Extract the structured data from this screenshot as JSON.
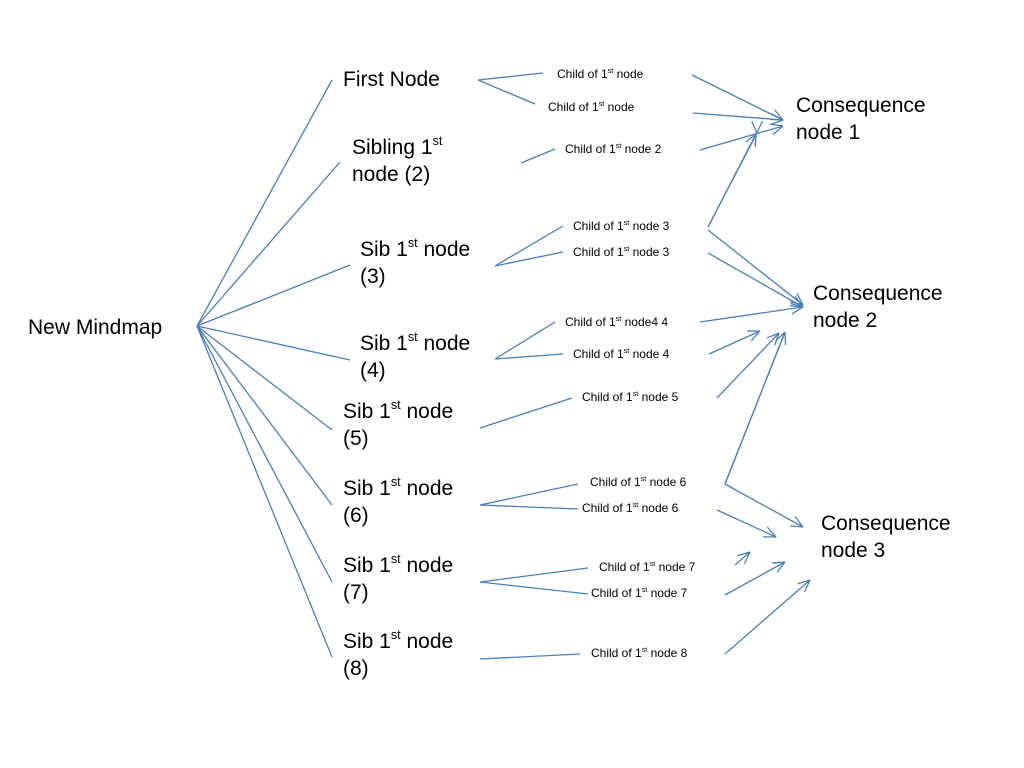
{
  "root": {
    "label": "New Mindmap"
  },
  "first_level": [
    {
      "pre": "First Node",
      "sup": "",
      "post": "",
      "line2": ""
    },
    {
      "pre": "Sibling 1",
      "sup": "st",
      "post": "",
      "line2": "node (2)"
    },
    {
      "pre": "Sib 1",
      "sup": "st",
      "post": " node",
      "line2": "(3)"
    },
    {
      "pre": "Sib 1",
      "sup": "st",
      "post": " node",
      "line2": "(4)"
    },
    {
      "pre": "Sib 1",
      "sup": "st",
      "post": " node",
      "line2": "(5)"
    },
    {
      "pre": "Sib 1",
      "sup": "st",
      "post": " node",
      "line2": "(6)"
    },
    {
      "pre": "Sib 1",
      "sup": "st",
      "post": " node",
      "line2": "(7)"
    },
    {
      "pre": "Sib 1",
      "sup": "st",
      "post": " node",
      "line2": "(8)"
    }
  ],
  "children": [
    {
      "pre": "Child of 1",
      "sup": "st",
      "post": " node"
    },
    {
      "pre": "Child  of 1",
      "sup": "st",
      "post": " node"
    },
    {
      "pre": "Child of 1",
      "sup": "st",
      "post": " node 2"
    },
    {
      "pre": "Child of 1",
      "sup": "st",
      "post": " node 3"
    },
    {
      "pre": "Child of 1",
      "sup": "st",
      "post": " node 3"
    },
    {
      "pre": "Child of 1",
      "sup": "st",
      "post": " node4 4"
    },
    {
      "pre": "Child of 1",
      "sup": "st",
      "post": " node 4"
    },
    {
      "pre": "Child of 1",
      "sup": "st",
      "post": " node 5"
    },
    {
      "pre": "Child of 1",
      "sup": "st",
      "post": " node 6"
    },
    {
      "pre": "Child of 1",
      "sup": "st",
      "post": " node 6"
    },
    {
      "pre": "Child of 1",
      "sup": "st",
      "post": " node 7"
    },
    {
      "pre": "Child of 1",
      "sup": "st",
      "post": " node 7"
    },
    {
      "pre": "Child of 1",
      "sup": "st",
      "post": " node 8"
    }
  ],
  "consequences": [
    {
      "line1": "Consequence",
      "line2": "node 1"
    },
    {
      "line1": "Consequence",
      "line2": "node 2"
    },
    {
      "line1": "Consequence",
      "line2": "node 3"
    }
  ],
  "colors": {
    "connector": "#4a7ebb",
    "text": "#000000"
  }
}
